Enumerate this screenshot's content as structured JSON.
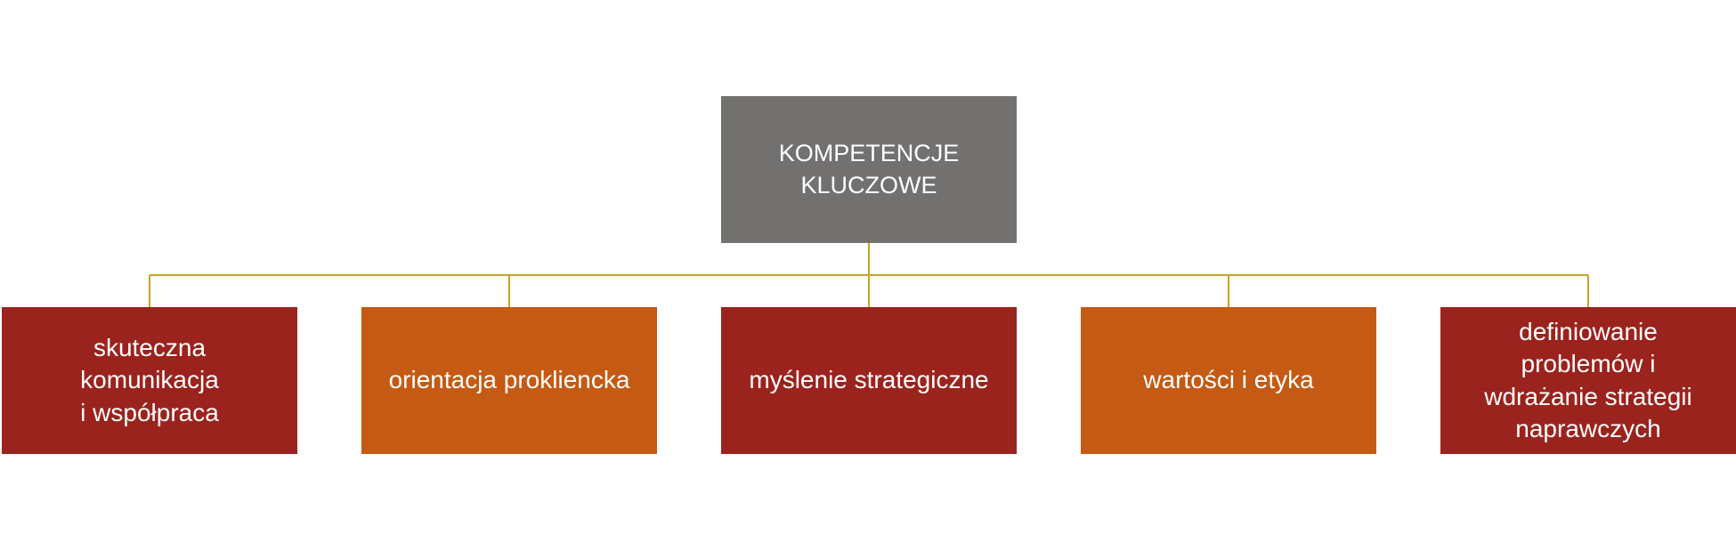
{
  "colors": {
    "root": "#737070",
    "dark_red": "#9b231d",
    "orange": "#c45a14",
    "connector": "#c9a227",
    "text": "#ffffff"
  },
  "diagram": {
    "root": {
      "label": "KOMPETENCJE\nKLUCZOWE",
      "color_key": "root"
    },
    "children": [
      {
        "label": "skuteczna\nkomunikacja\ni współpraca",
        "color_key": "dark_red"
      },
      {
        "label": "orientacja prokliencka",
        "color_key": "orange"
      },
      {
        "label": "myślenie strategiczne",
        "color_key": "dark_red"
      },
      {
        "label": "wartości i etyka",
        "color_key": "orange"
      },
      {
        "label": "definiowanie\nproblemów i\nwdrażanie strategii\nnaprawczych",
        "color_key": "dark_red"
      }
    ]
  }
}
